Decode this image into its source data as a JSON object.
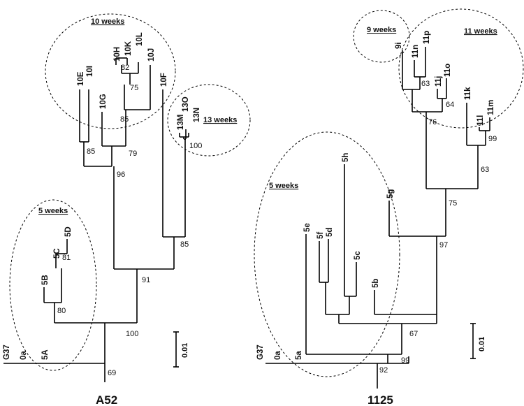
{
  "trees": [
    {
      "title": "A52",
      "groups": [
        "10 weeks",
        "13 weeks",
        "5 weeks"
      ],
      "leaves": [
        "10E",
        "10I",
        "10H",
        "10K",
        "10L",
        "10J",
        "10G",
        "10F",
        "13M",
        "13O",
        "13N",
        "5C",
        "5D",
        "5B",
        "5A",
        "0a",
        "G37"
      ],
      "bootstrap": [
        "82",
        "75",
        "85",
        "85",
        "79",
        "96",
        "100",
        "85",
        "91",
        "81",
        "80",
        "100",
        "69"
      ]
    },
    {
      "title": "1125",
      "groups": [
        "9 weeks",
        "11 weeks",
        "5 weeks"
      ],
      "leaves": [
        "9i",
        "11n",
        "11p",
        "11j",
        "11o",
        "11k",
        "11l",
        "11m",
        "5h",
        "5g",
        "5e",
        "5f",
        "5d",
        "5c",
        "5b",
        "5a",
        "0a",
        "G37"
      ],
      "bootstrap": [
        "63",
        "64",
        "76",
        "99",
        "63",
        "75",
        "97",
        "67",
        "99",
        "92"
      ]
    }
  ],
  "scale_bar": "0.01"
}
